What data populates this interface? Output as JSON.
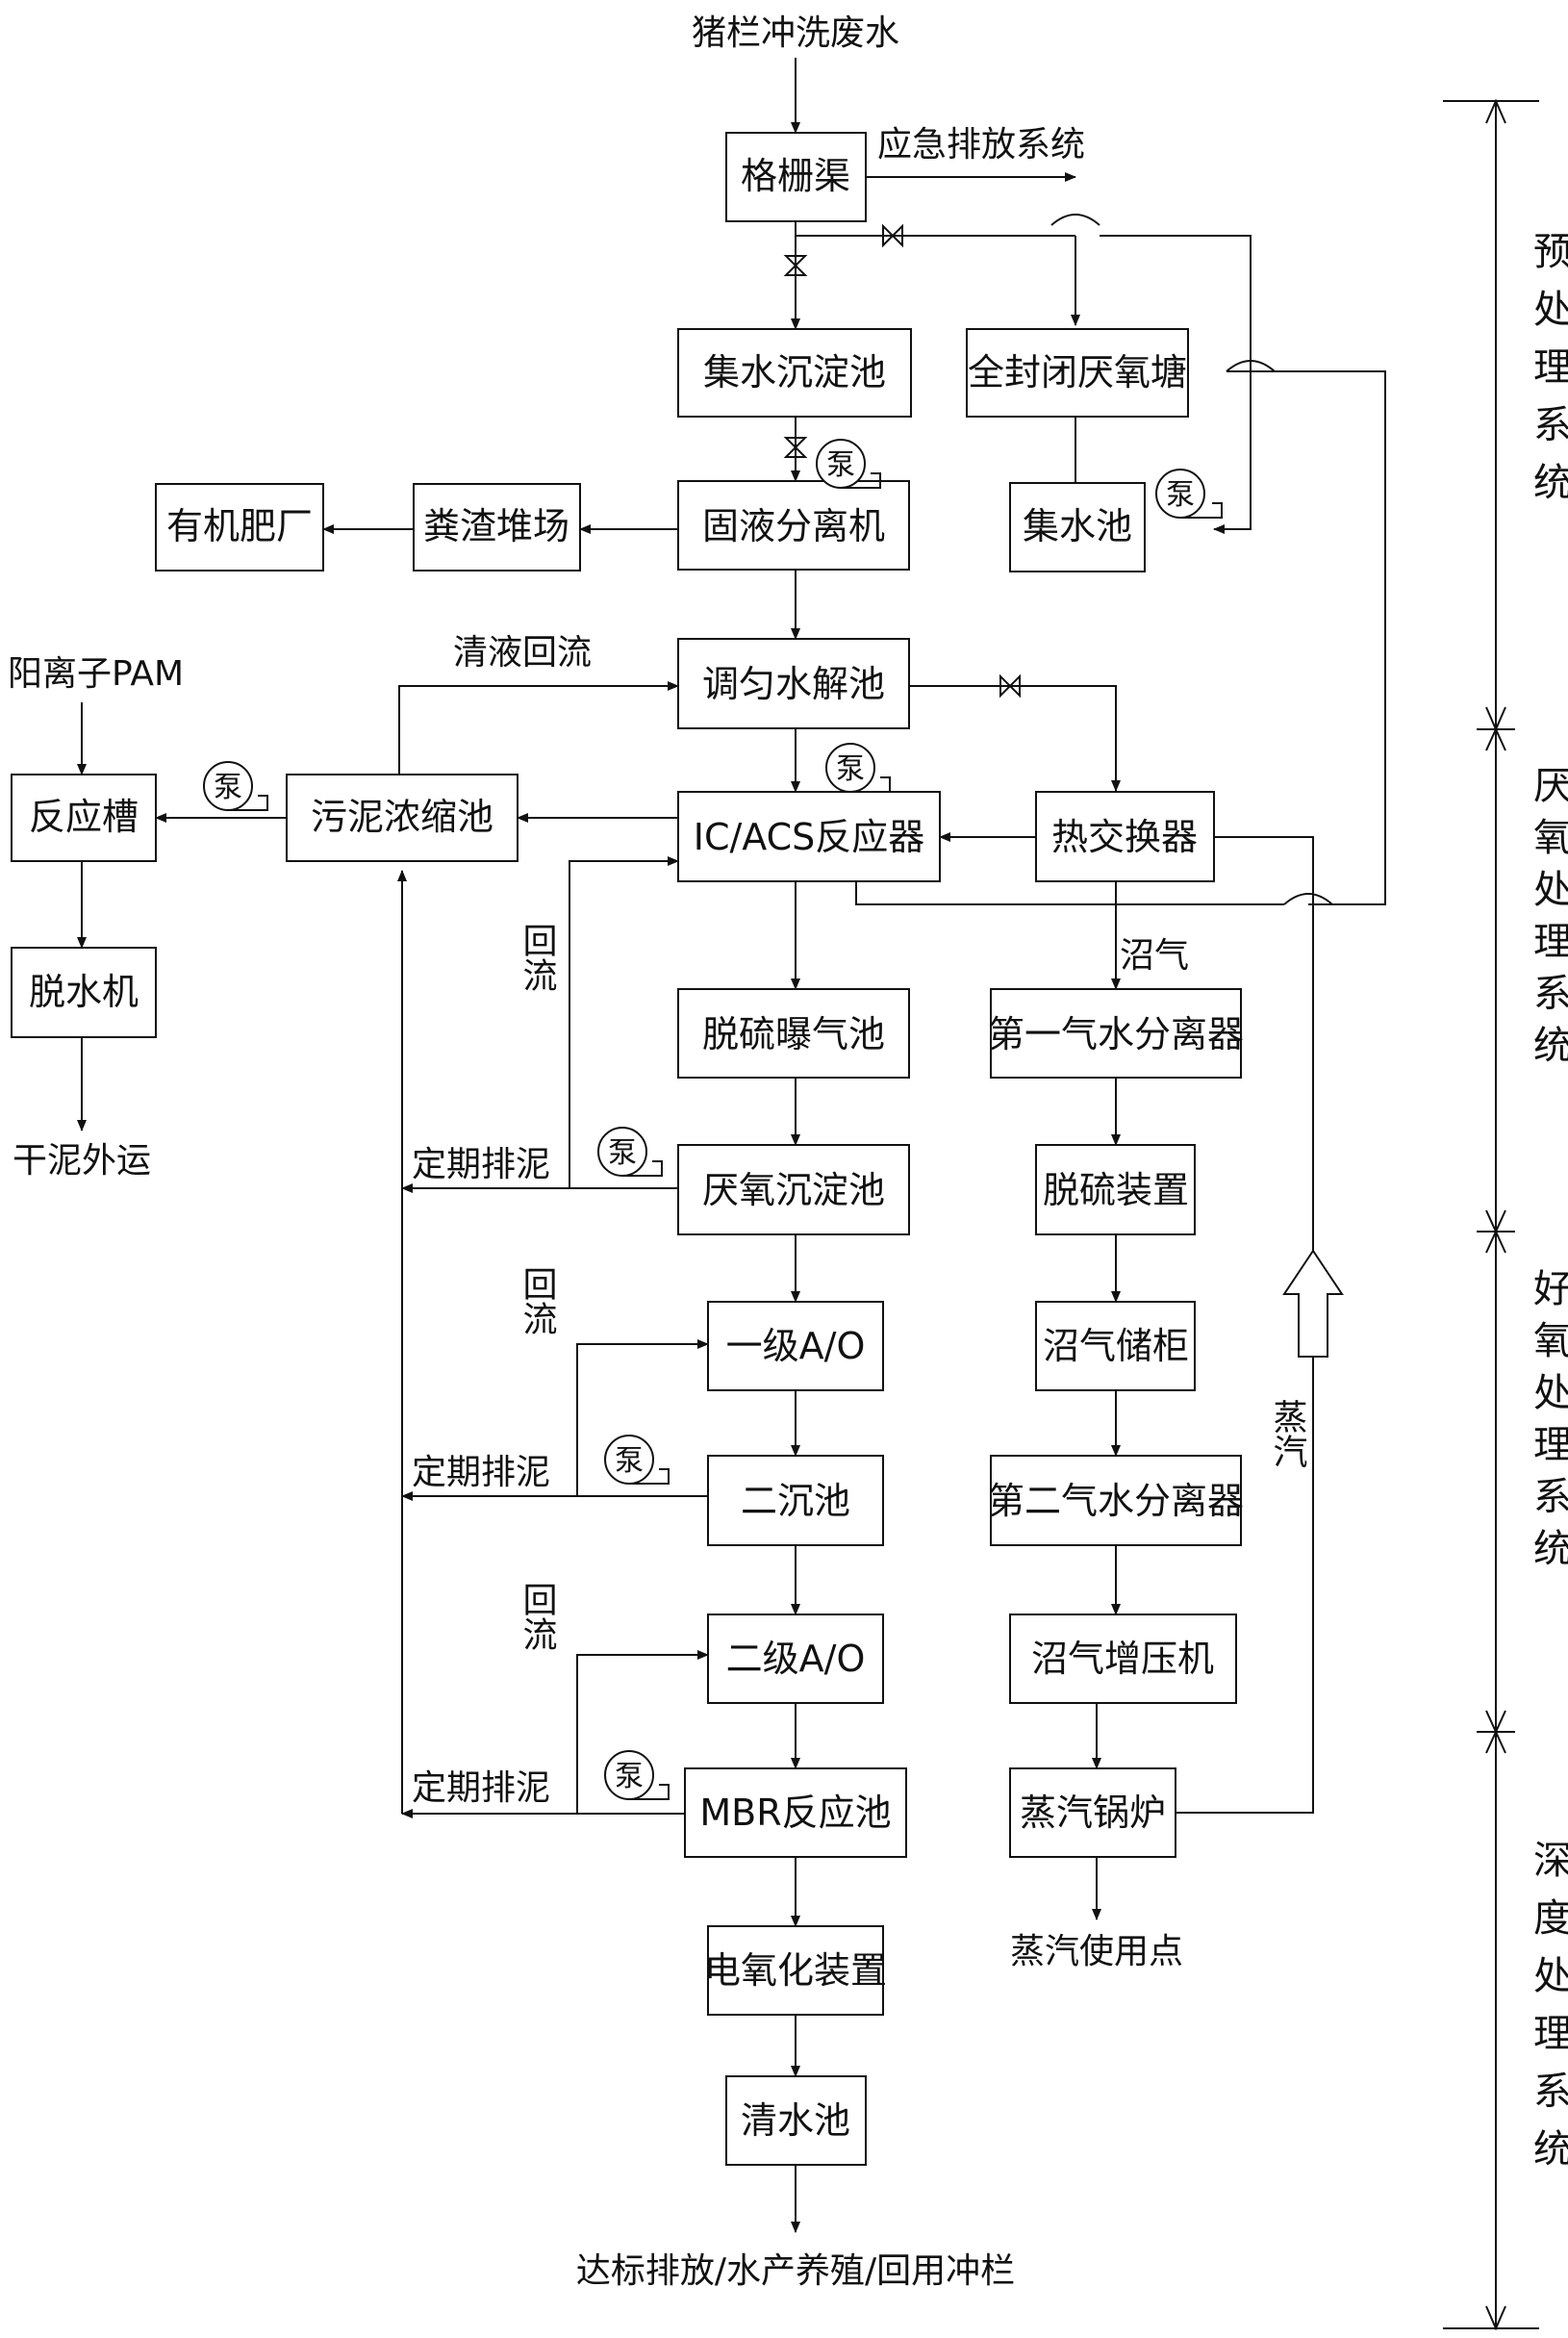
{
  "nodes": {
    "screen_channel": "格栅渠",
    "collect_settle": "集水沉淀池",
    "sealed_pond": "全封闭厌氧塘",
    "organic_plant": "有机肥厂",
    "manure_yard": "粪渣堆场",
    "separator": "固液分离机",
    "sump": "集水池",
    "hydrolysis": "调匀水解池",
    "reactor_tank": "反应槽",
    "thickener": "污泥浓缩池",
    "ic_reactor": "IC/ACS反应器",
    "heat_exchanger": "热交换器",
    "dewater": "脱水机",
    "desulf_aeration": "脱硫曝气池",
    "gw_sep1": "第一气水分离器",
    "anox_settle": "厌氧沉淀池",
    "desulf_unit": "脱硫装置",
    "ao1": "一级A/O",
    "gas_holder": "沼气储柜",
    "second_settle": "二沉池",
    "gw_sep2": "第二气水分离器",
    "ao2": "二级A/O",
    "booster": "沼气增压机",
    "mbr": "MBR反应池",
    "boiler": "蒸汽锅炉",
    "electro": "电氧化装置",
    "clear_pool": "清水池"
  },
  "labels": {
    "input": "猪栏冲洗废水",
    "emergency": "应急排放系统",
    "pam": "阳离子PAM",
    "clear_return": "清液回流",
    "dry_sludge": "干泥外运",
    "return": "回流",
    "sludge_discharge": "定期排泥",
    "biogas": "沼气",
    "steam": "蒸汽",
    "steam_use": "蒸汽使用点",
    "output": "达标排放/水产养殖/回用冲栏",
    "pump": "泵"
  },
  "stages": [
    {
      "name": "预处理系统"
    },
    {
      "name": "厌氧处理系统"
    },
    {
      "name": "好氧处理系统"
    },
    {
      "name": "深度处理系统"
    }
  ]
}
